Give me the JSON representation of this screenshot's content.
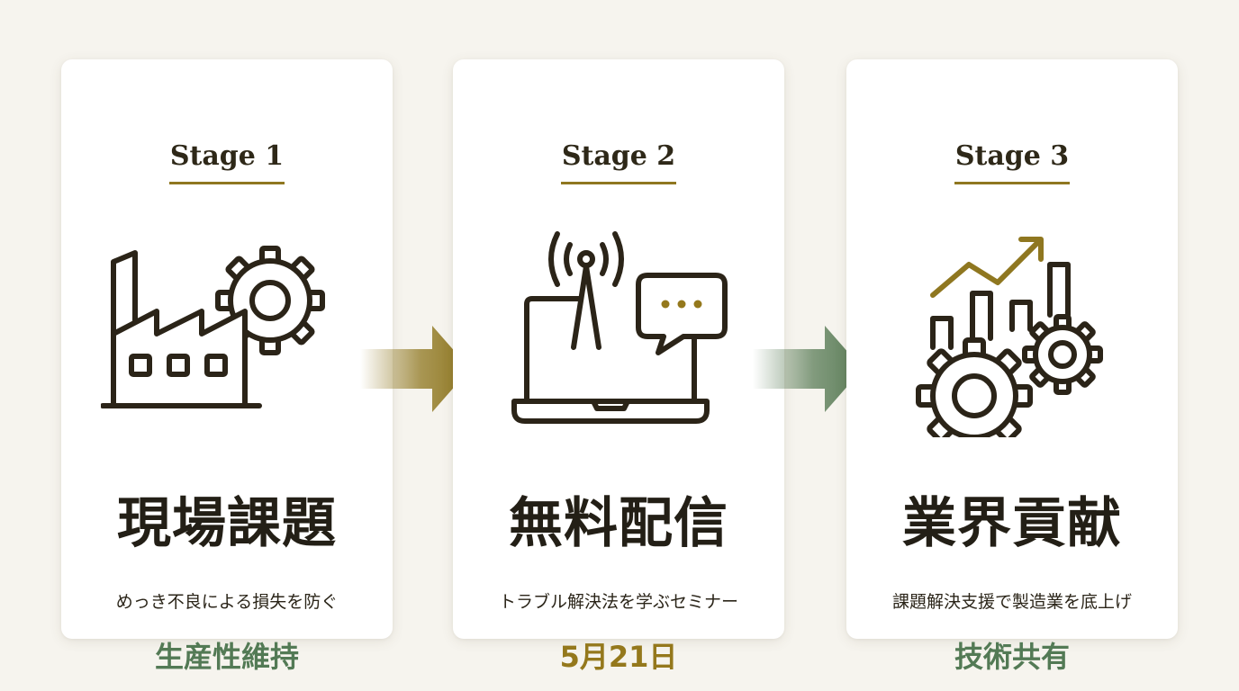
{
  "stages": [
    {
      "label": "Stage 1",
      "icon": "factory-gear-icon",
      "heading": "現場課題",
      "description": "めっき不良による損失を防ぐ",
      "accent": "生産性維持",
      "accent_color": "#537a55"
    },
    {
      "label": "Stage 2",
      "icon": "laptop-broadcast-chat-icon",
      "heading": "無料配信",
      "description": "トラブル解決法を学ぶセミナー",
      "accent": "5月21日",
      "accent_color": "#94781c"
    },
    {
      "label": "Stage 3",
      "icon": "growth-chart-gears-icon",
      "heading": "業界貢献",
      "description": "課題解決支援で製造業を底上げ",
      "accent": "技術共有",
      "accent_color": "#537a55"
    }
  ],
  "arrows": [
    {
      "icon": "arrow-right-icon",
      "color": "#8f7720"
    },
    {
      "icon": "arrow-right-icon",
      "color": "#5b7d58"
    }
  ],
  "colors": {
    "background": "#f6f4ee",
    "card": "#ffffff",
    "icon_stroke": "#2b2418",
    "rule_gold": "#8f7720"
  }
}
